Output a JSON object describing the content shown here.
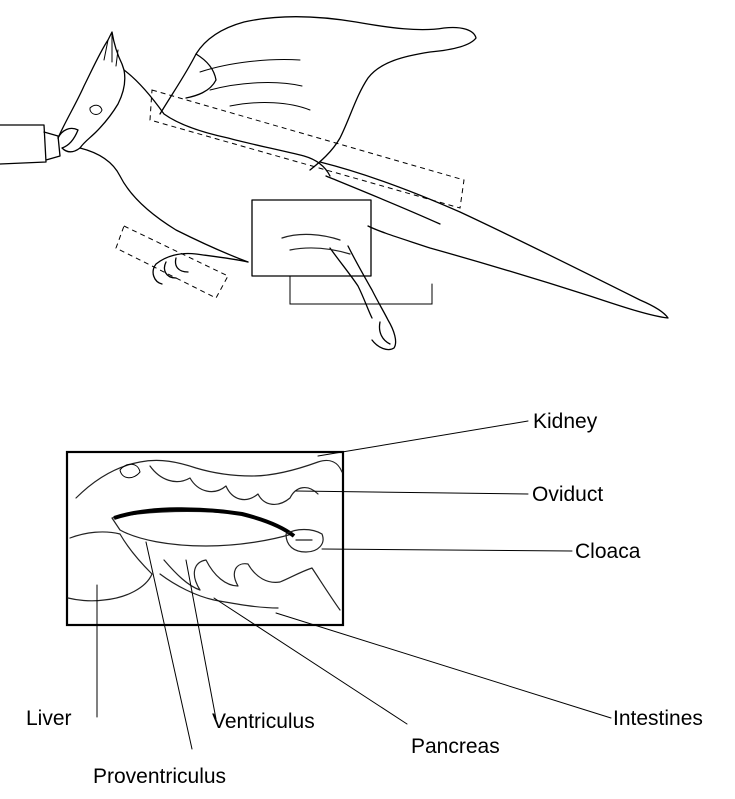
{
  "labels": {
    "kidney": "Kidney",
    "oviduct": "Oviduct",
    "cloaca": "Cloaca",
    "intestines": "Intestines",
    "liver": "Liver",
    "ventriculus": "Ventriculus",
    "pancreas": "Pancreas",
    "proventriculus": "Proventriculus"
  }
}
